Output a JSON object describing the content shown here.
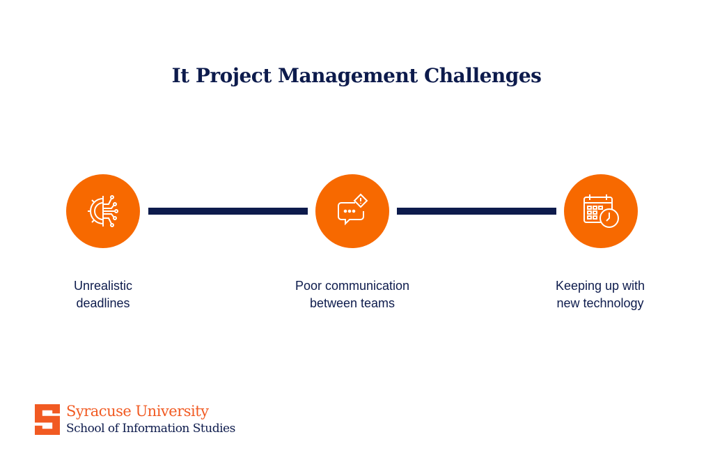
{
  "title": "It Project Management Challenges",
  "steps": [
    {
      "icon": "gear-circuit-icon",
      "label_line1": "Unrealistic",
      "label_line2": "deadlines"
    },
    {
      "icon": "chat-alert-icon",
      "label_line1": "Poor communication",
      "label_line2": "between teams"
    },
    {
      "icon": "calendar-clock-icon",
      "label_line1": "Keeping up with",
      "label_line2": "new technology"
    }
  ],
  "logo": {
    "line1": "Syracuse University",
    "line2": "School of Information Studies"
  },
  "colors": {
    "accent": "#f76900",
    "navy": "#0d1b4c",
    "logo_orange": "#f15a22"
  }
}
